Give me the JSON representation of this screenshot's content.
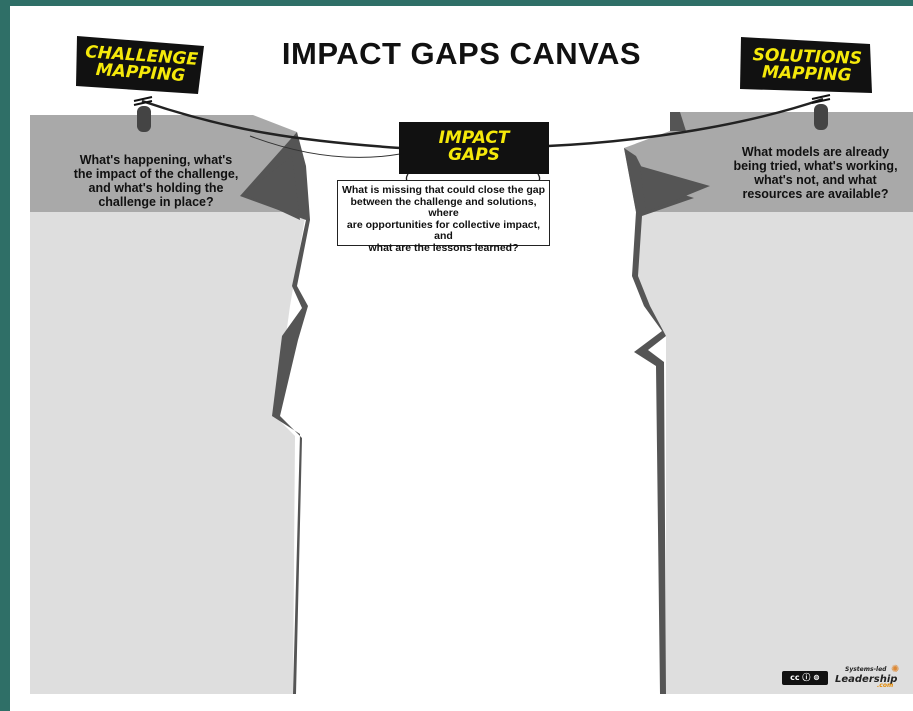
{
  "title": "IMPACT GAPS CANVAS",
  "signs": {
    "challenge": {
      "line1": "CHALLENGE",
      "line2": "MAPPING"
    },
    "solutions": {
      "line1": "SOLUTIONS",
      "line2": "MAPPING"
    },
    "gaps": {
      "line1": "IMPACT",
      "line2": "GAPS"
    }
  },
  "prompts": {
    "challenge": [
      "What's happening, what's",
      "the impact of the challenge,",
      "and what's holding the",
      "challenge in place?"
    ],
    "solutions": [
      "What models are already",
      "being tried, what's working,",
      "what's not, and what",
      "resources are available?"
    ],
    "gaps": [
      "What is missing that could close the gap",
      "between the challenge and solutions, where",
      "are opportunities for collective impact, and",
      "what are the lessons learned?"
    ]
  },
  "footer": {
    "license_icon": "creative-commons-icon",
    "brand_line1": "Systems-led",
    "brand_line2": "Leadership",
    "brand_suffix": ".com"
  },
  "colors": {
    "frame": "#2f6f67",
    "cliff_top": "#a9a9a9",
    "cliff_face": "#dedede",
    "cliff_shadow": "#555555",
    "sign_bg": "#111111",
    "sign_text": "#f5e90a"
  }
}
